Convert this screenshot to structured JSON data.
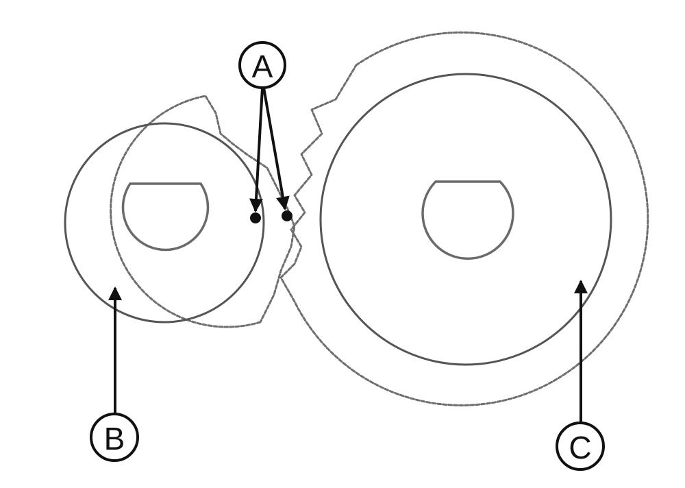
{
  "callouts": {
    "a": "A",
    "b": "B",
    "c": "C"
  },
  "colors": {
    "line": "#6f6f6f",
    "ink": "#111111",
    "background": "#ffffff"
  }
}
